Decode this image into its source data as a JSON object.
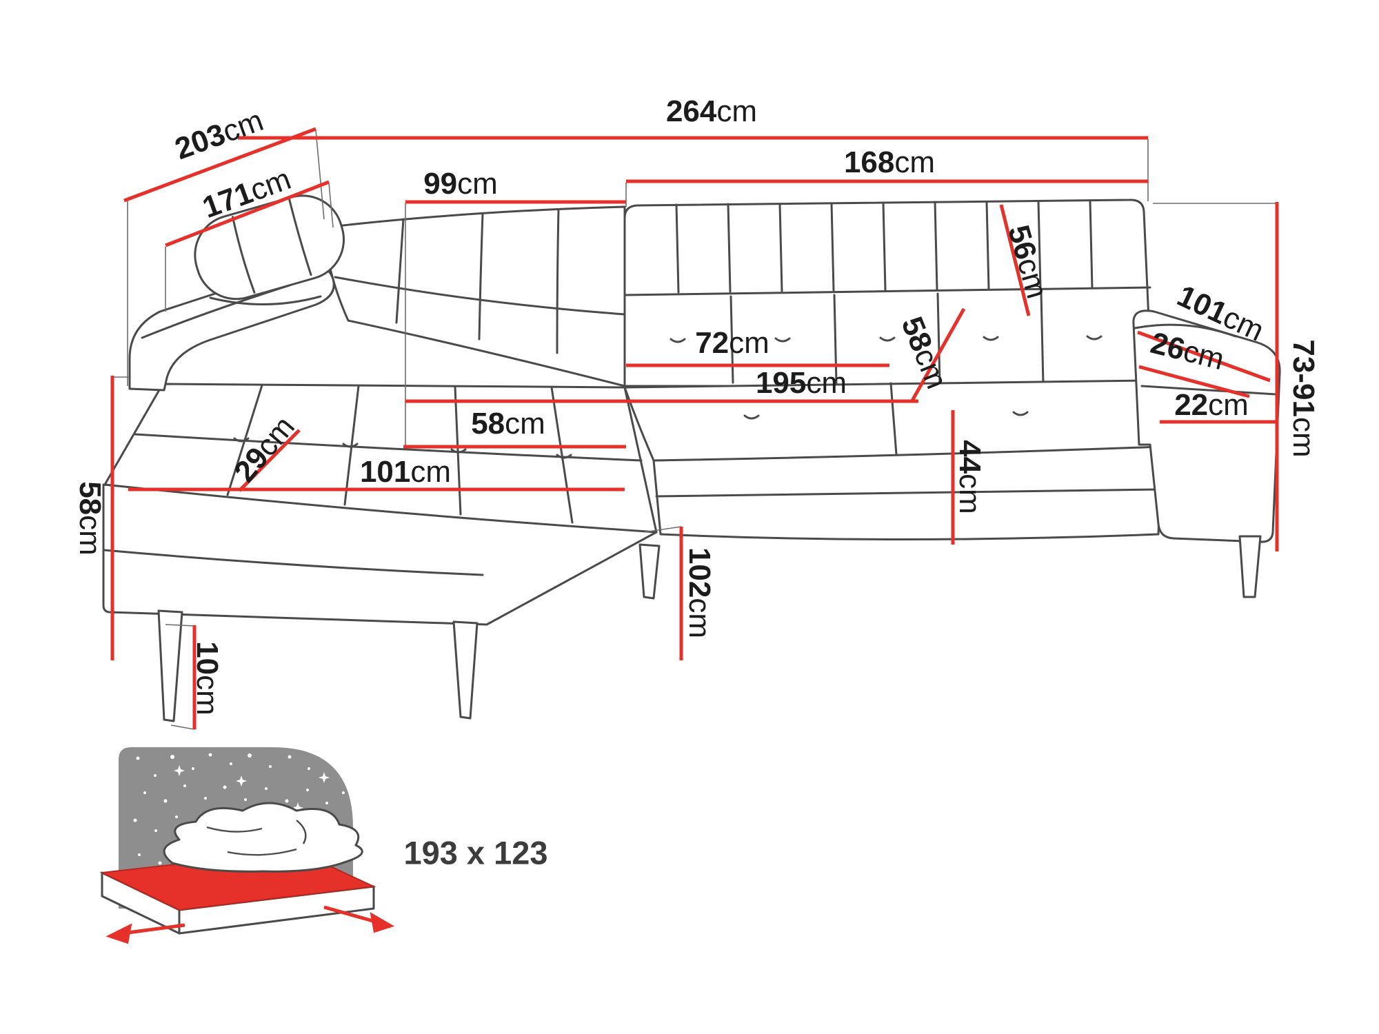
{
  "figure": {
    "type": "furniture-dimension-diagram",
    "subject": "corner-sofa-with-sleeping-function",
    "unit": "cm"
  },
  "dims": {
    "w264": {
      "value": "264",
      "unit": "cm",
      "meaning": "total width"
    },
    "d203": {
      "value": "203",
      "unit": "cm",
      "meaning": "total depth diagonal"
    },
    "d171": {
      "value": "171",
      "unit": "cm",
      "meaning": "inner depth diagonal"
    },
    "w99": {
      "value": "99",
      "unit": "cm",
      "meaning": "corner segment width"
    },
    "w168": {
      "value": "168",
      "unit": "cm",
      "meaning": "backrest section width"
    },
    "d56": {
      "value": "56",
      "unit": "cm",
      "meaning": "backrest cushion height"
    },
    "arm101": {
      "value": "101",
      "unit": "cm",
      "meaning": "armrest length"
    },
    "arm26": {
      "value": "26",
      "unit": "cm",
      "meaning": "armrest width"
    },
    "h7391": {
      "value": "73-91",
      "unit": "cm",
      "meaning": "back height range"
    },
    "w72": {
      "value": "72",
      "unit": "cm",
      "meaning": "seat cushion width"
    },
    "d58mid": {
      "value": "58",
      "unit": "cm",
      "meaning": "seat depth"
    },
    "w195": {
      "value": "195",
      "unit": "cm",
      "meaning": "seat width total"
    },
    "w22": {
      "value": "22",
      "unit": "cm",
      "meaning": "armrest top width"
    },
    "d58ch": {
      "value": "58",
      "unit": "cm",
      "meaning": "chaise seat depth"
    },
    "d29": {
      "value": "29",
      "unit": "cm",
      "meaning": "chaise cushion depth"
    },
    "w101": {
      "value": "101",
      "unit": "cm",
      "meaning": "chaise width"
    },
    "h44": {
      "value": "44",
      "unit": "cm",
      "meaning": "seat height"
    },
    "h58": {
      "value": "58",
      "unit": "cm",
      "meaning": "side height"
    },
    "d102": {
      "value": "102",
      "unit": "cm",
      "meaning": "chaise length"
    },
    "h10": {
      "value": "10",
      "unit": "cm",
      "meaning": "leg height"
    }
  },
  "sleeping": {
    "label": "193 x 123",
    "meaning": "sleeping surface dimensions in cm"
  },
  "colors": {
    "dimension_line": "#e5312a",
    "outline": "#4a4a4a",
    "extension_line": "#6d6d6d",
    "bed_backboard_gray": "#8e8e8e",
    "bed_platform_red": "#e5312a",
    "text": "#1c1c1c"
  }
}
